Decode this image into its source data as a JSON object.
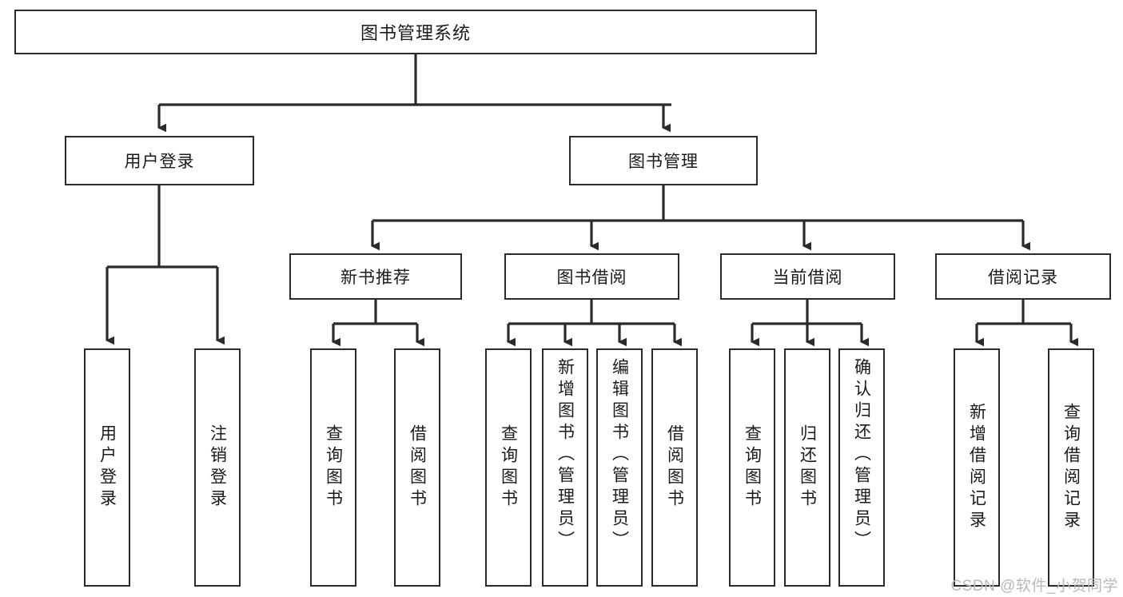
{
  "diagram": {
    "title": "图书管理系统",
    "type": "tree-hierarchy-diagram",
    "colors": {
      "box_border": "#2b2b2b",
      "box_fill": "#ffffff",
      "connector": "#2b2b2b",
      "text": "#1a1a1a",
      "watermark": "#b9b9b9",
      "background": "#ffffff"
    },
    "root": {
      "label": "图书管理系统"
    },
    "level1": [
      {
        "label": "用户登录"
      },
      {
        "label": "图书管理"
      }
    ],
    "level2": [
      {
        "label": "新书推荐"
      },
      {
        "label": "图书借阅"
      },
      {
        "label": "当前借阅"
      },
      {
        "label": "借阅记录"
      }
    ],
    "leaves": {
      "user_login": [
        {
          "label": "用户登录"
        },
        {
          "label": "注销登录"
        }
      ],
      "new_book_recommend": [
        {
          "label": "查询图书"
        },
        {
          "label": "借阅图书"
        }
      ],
      "book_borrow": [
        {
          "label": "查询图书"
        },
        {
          "label": "新增图书（管理员）"
        },
        {
          "label": "编辑图书（管理员）"
        },
        {
          "label": "借阅图书"
        }
      ],
      "current_borrow": [
        {
          "label": "查询图书"
        },
        {
          "label": "归还图书"
        },
        {
          "label": "确认归还（管理员）"
        }
      ],
      "borrow_record": [
        {
          "label": "新增借阅记录"
        },
        {
          "label": "查询借阅记录"
        }
      ]
    }
  },
  "watermark": {
    "text": "CSDN @软件_小贺同学"
  }
}
